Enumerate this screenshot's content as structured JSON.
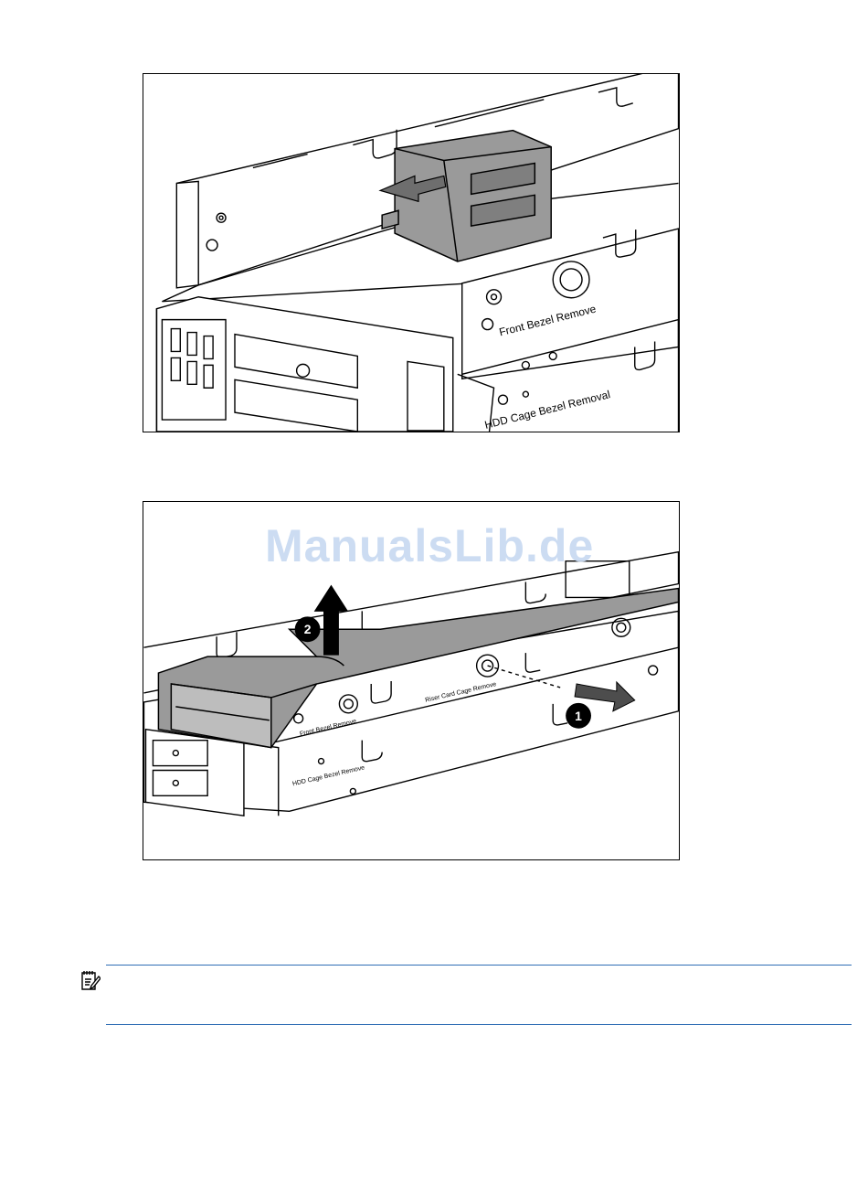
{
  "figure1": {
    "labels": {
      "front_bezel": "Front Bezel Remove",
      "hdd_cage": "HDD Cage Bezel Removal"
    }
  },
  "figure2": {
    "labels": {
      "riser_cage": "Riser Card Cage Remove",
      "front_bezel": "Front Bezel Remove",
      "hdd_cage": "HDD Cage Bezel Remove"
    },
    "steps": [
      "1",
      "2"
    ]
  },
  "watermark": "ManualsLib.de",
  "note": {
    "icon": "note-icon",
    "text": ""
  },
  "colors": {
    "rule": "#2f6db5",
    "part_fill": "#9a9a9a",
    "watermark": "#c7d9f1"
  }
}
